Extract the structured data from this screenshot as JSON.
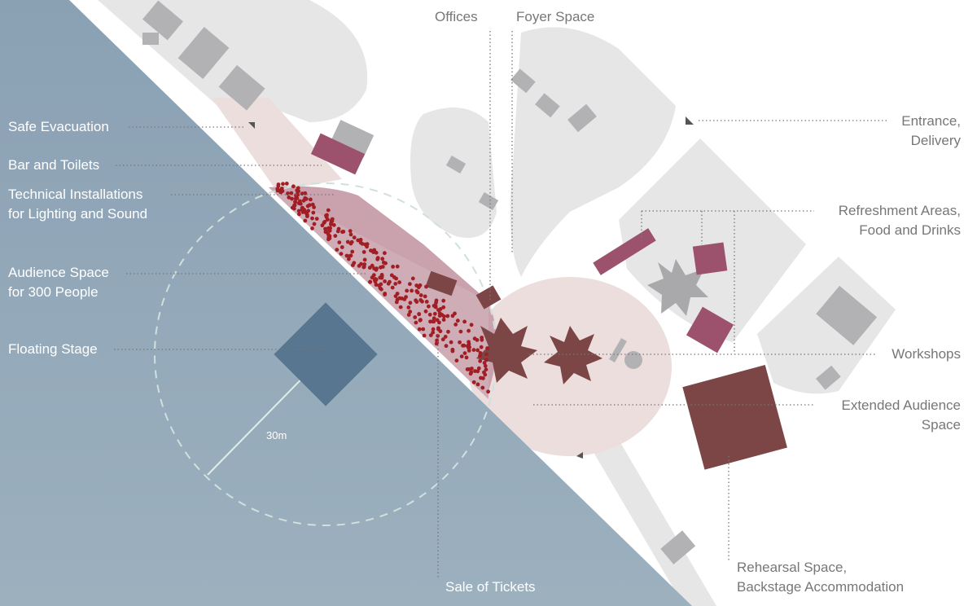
{
  "labels": {
    "safe_evacuation": "Safe Evacuation",
    "bar_toilets": "Bar and Toilets",
    "technical_1": "Technical Installations",
    "technical_2": "for Lighting and Sound",
    "audience_1": "Audience Space",
    "audience_2": "for 300 People",
    "floating_stage": "Floating Stage",
    "offices": "Offices",
    "foyer": "Foyer Space",
    "entrance_1": "Entrance,",
    "entrance_2": "Delivery",
    "refresh_1": "Refreshment Areas,",
    "refresh_2": "Food and Drinks",
    "workshops": "Workshops",
    "extended_1": "Extended Audience",
    "extended_2": "Space",
    "rehearsal_1": "Rehearsal Space,",
    "rehearsal_2": "Backstage Accommodation",
    "tickets": "Sale of Tickets",
    "radius": "30m"
  },
  "colors": {
    "water": "#8fa5b6",
    "stage": "#587690",
    "land": "#e6e6e7",
    "building": "#b2b2b4",
    "pink": "#ecdedd",
    "audience": "#c58f9e",
    "maroon": "#7d4646",
    "magenta": "#9c526c",
    "people": "#a01e24"
  }
}
